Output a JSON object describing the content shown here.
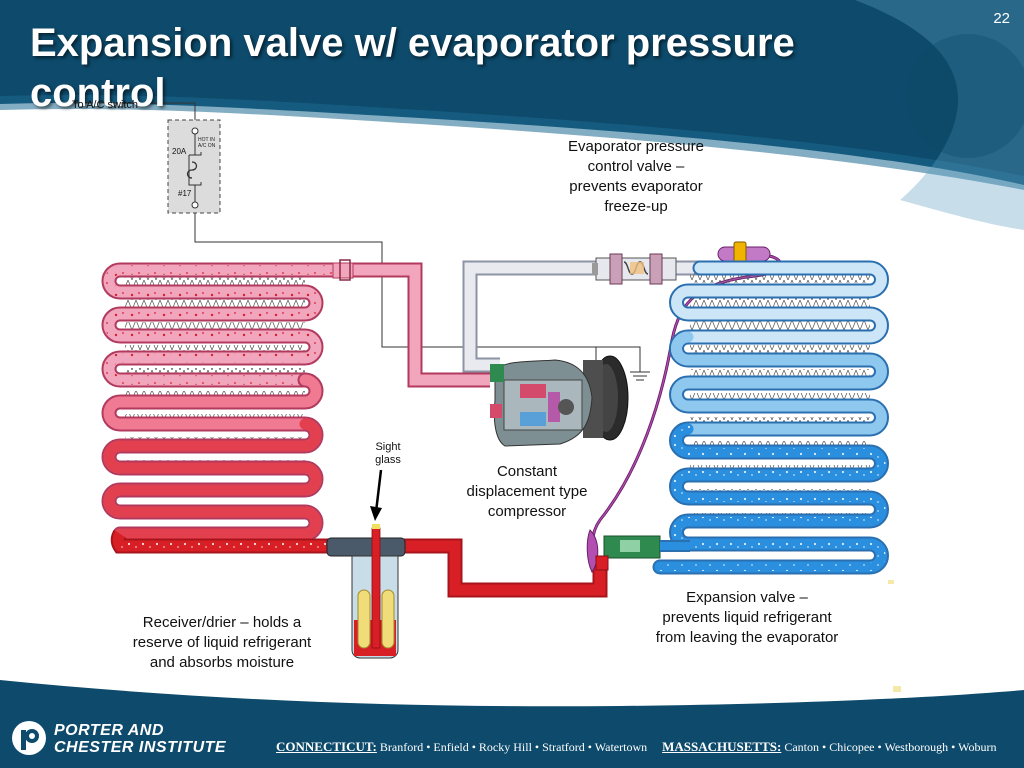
{
  "slide": {
    "title": "Expansion valve w/ evaporator pressure control",
    "number": "22"
  },
  "diagram": {
    "switch_label": "To A/C switch",
    "fuse_rating": "20A",
    "fuse_number": "#17",
    "fuse_note": "HOT IN A/C ON",
    "labels": {
      "evap_pressure_valve": [
        "Evaporator pressure",
        "control valve –",
        "prevents evaporator",
        "freeze-up"
      ],
      "sight_glass": [
        "Sight",
        "glass"
      ],
      "compressor": [
        "Constant",
        "displacement type",
        "compressor"
      ],
      "receiver_drier": [
        "Receiver/drier – holds a",
        "reserve of liquid refrigerant",
        "and absorbs moisture"
      ],
      "expansion_valve": [
        "Expansion valve –",
        "prevents liquid refrigerant",
        "from leaving the evaporator"
      ]
    }
  },
  "footer": {
    "logo_line1": "PORTER AND",
    "logo_line2": "CHESTER INSTITUTE",
    "state1": "CONNECTICUT:",
    "campuses1": "Branford • Enfield • Rocky Hill • Stratford • Watertown",
    "state2": "MASSACHUSETTS:",
    "campuses2": "Canton • Chicopee • Westborough • Woburn"
  },
  "colors": {
    "header_blue": "#0d4a6b",
    "hot_gas": "#f2a6bd",
    "liquid": "#d81f26",
    "evaporator": "#5aaee6",
    "suction": "#e8eaf0"
  }
}
